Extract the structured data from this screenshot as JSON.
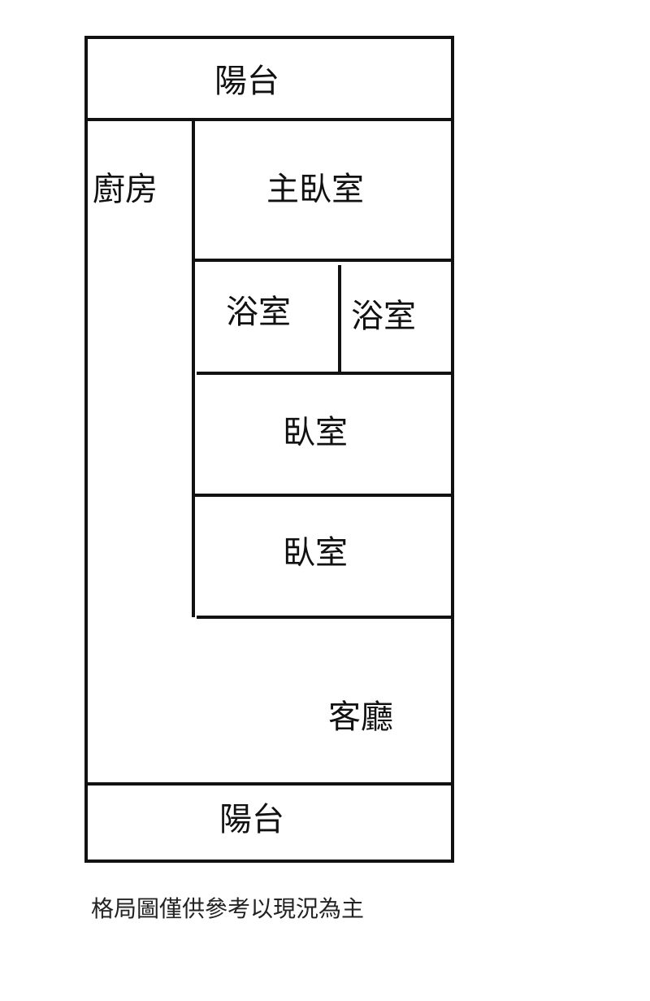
{
  "rooms": {
    "balcony_top": "陽台",
    "kitchen": "廚房",
    "master_bedroom": "主臥室",
    "bathroom_1": "浴室",
    "bathroom_2": "浴室",
    "bedroom_1": "臥室",
    "bedroom_2": "臥室",
    "living_room": "客廳",
    "balcony_bottom": "陽台"
  },
  "note": "格局圖僅供參考以現況為主"
}
